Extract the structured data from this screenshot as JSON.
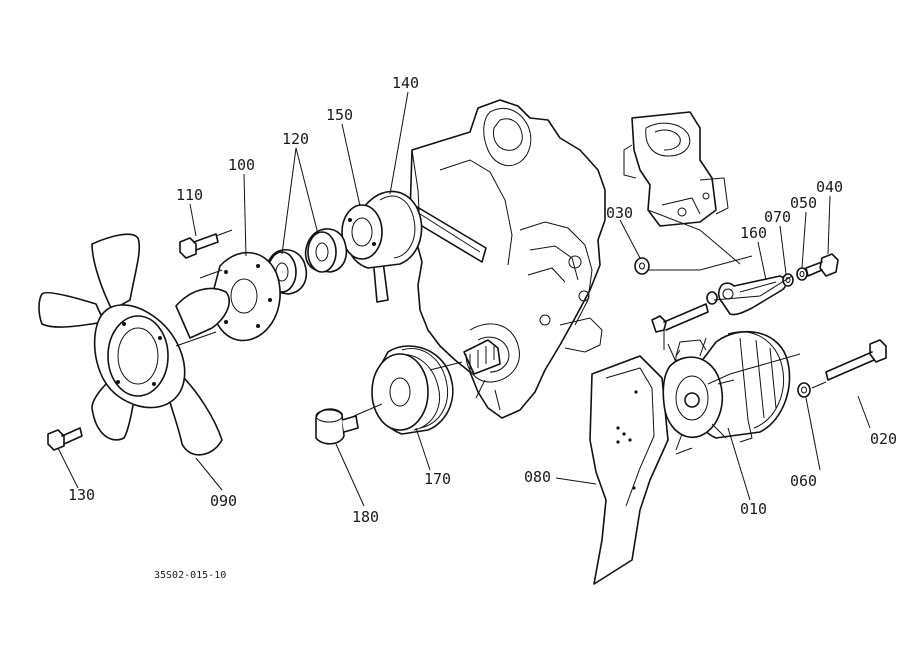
{
  "labels": {
    "p010": "010",
    "p020": "020",
    "p030": "030",
    "p040": "040",
    "p050": "050",
    "p060": "060",
    "p070": "070",
    "p080": "080",
    "p090": "090",
    "p100": "100",
    "p110": "110",
    "p120": "120",
    "p130": "130",
    "p140": "140",
    "p150": "150",
    "p160": "160",
    "p170": "170",
    "p180": "180"
  },
  "reference": "35S02-015-10"
}
